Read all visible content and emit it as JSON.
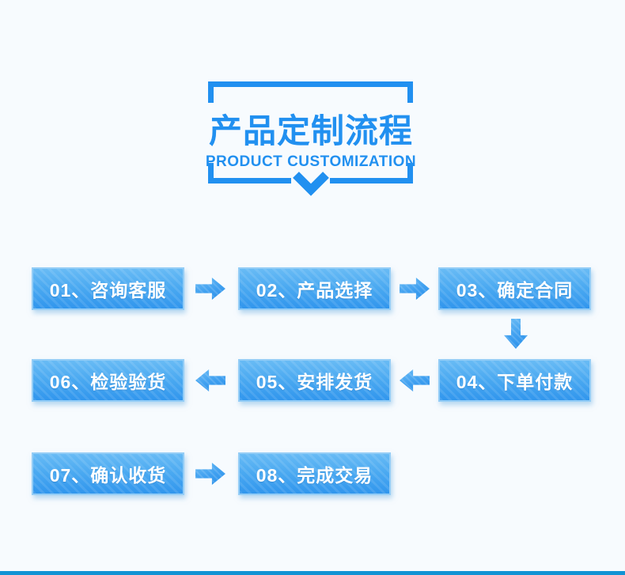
{
  "page": {
    "background_color": "#f7fbfe",
    "accent_color": "#2190f0",
    "bottom_bar_color": "#1193d4"
  },
  "header": {
    "title": "产品定制流程",
    "subtitle": "PRODUCT CUSTOMIZATION"
  },
  "flow": {
    "box_gradient_top": "#68bbf5",
    "box_gradient_bottom": "#3196ed",
    "steps": [
      {
        "label": "01、咨询客服"
      },
      {
        "label": "02、产品选择"
      },
      {
        "label": "03、确定合同"
      },
      {
        "label": "04、下单付款"
      },
      {
        "label": "05、安排发货"
      },
      {
        "label": "06、检验验货"
      },
      {
        "label": "07、确认收货"
      },
      {
        "label": "08、完成交易"
      }
    ]
  }
}
